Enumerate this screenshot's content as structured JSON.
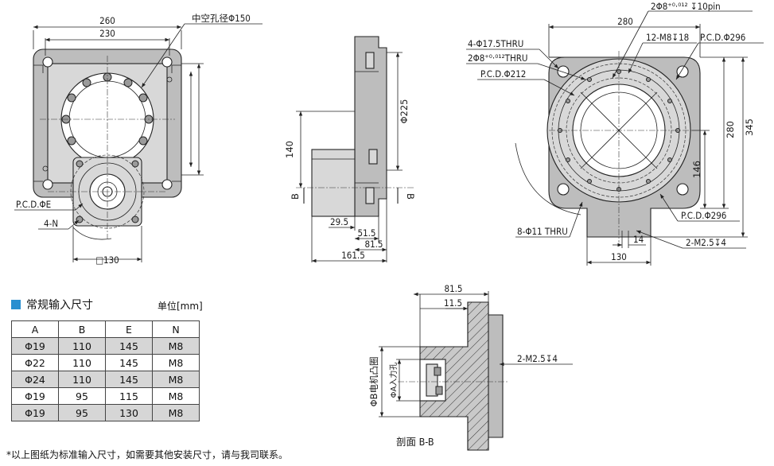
{
  "front_view": {
    "dim_260": "260",
    "dim_230": "230",
    "hollow_hole": "中空孔径Φ150",
    "pcd_e": "P.C.D.ΦE",
    "n_label": "4-N",
    "square_130": "□130"
  },
  "side_view": {
    "dim_140": "140",
    "dim_225": "Φ225",
    "dim_29_5": "29.5",
    "dim_51_5": "51.5",
    "dim_81_5": "81.5",
    "dim_161_5": "161.5",
    "section_mark_left": "B",
    "section_mark_right": "B"
  },
  "rear_view": {
    "dowel_pin": "2Φ8⁺⁰·⁰¹² ↧10pin",
    "dim_280_top": "280",
    "thru_17_5": "4-Φ17.5THRU",
    "tapped_m8": "12-M8↧18",
    "pcd_296_top": "P.C.D.Φ296",
    "dowel_thru": "2Φ8⁺⁰·⁰¹²THRU",
    "pcd_212": "P.C.D.Φ212",
    "dim_345": "345",
    "dim_280_right": "280",
    "dim_146": "146",
    "pcd_296_bottom": "P.C.D.Φ296",
    "thru_11": "8-Φ11 THRU",
    "dim_14": "14",
    "m2_5": "2-M2.5↧4",
    "dim_130": "130"
  },
  "section_view": {
    "dim_81_5": "81.5",
    "dim_11_5": "11.5",
    "motor_boss": "ΦB电机凸圈",
    "input_hole": "ΦA入力孔",
    "m2_5": "2-M2.5↧4",
    "title": "剖面  B-B"
  },
  "table": {
    "title": "常规输入尺寸",
    "unit": "单位[mm]",
    "headers": [
      "A",
      "B",
      "E",
      "N"
    ],
    "rows": [
      [
        "Φ19",
        "110",
        "145",
        "M8"
      ],
      [
        "Φ22",
        "110",
        "145",
        "M8"
      ],
      [
        "Φ24",
        "110",
        "145",
        "M8"
      ],
      [
        "Φ19",
        "95",
        "115",
        "M8"
      ],
      [
        "Φ19",
        "95",
        "130",
        "M8"
      ]
    ]
  },
  "footnote": "*以上图纸为标准输入尺寸，如需要其他安装尺寸，请与我司联系。",
  "colors": {
    "accent": "#2a8fd0",
    "part_fill": "#bdbdbd",
    "row_shade": "#d6d6d6"
  }
}
